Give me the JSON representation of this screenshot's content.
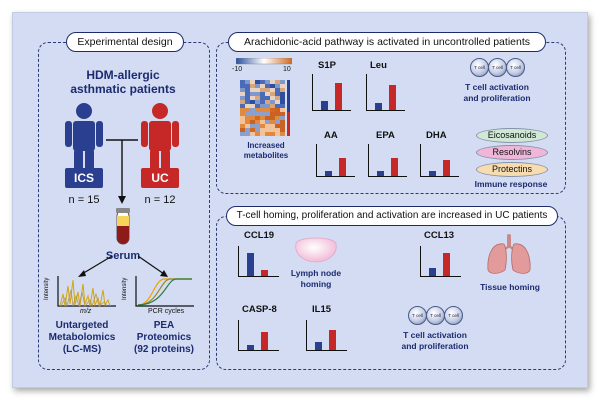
{
  "left_panel": {
    "title": "Experimental design",
    "subjects_line1": "HDM-allergic",
    "subjects_line2": "asthmatic patients",
    "groups": [
      {
        "name": "ICS",
        "n": "n = 15",
        "color": "#2a3f8f"
      },
      {
        "name": "UC",
        "n": "n = 12",
        "color": "#c62828"
      }
    ],
    "sample": "Serum",
    "methods": [
      {
        "ylabel": "Intensity",
        "xlabel": "m/z",
        "line1": "Untargeted",
        "line2": "Metabolomics",
        "line3": "(LC-MS)"
      },
      {
        "ylabel": "Intensity",
        "xlabel": "PCR cycles",
        "line1": "PEA",
        "line2": "Proteomics",
        "line3": "(92 proteins)"
      }
    ]
  },
  "top_panel": {
    "title": "Arachidonic-acid pathway is activated in uncontrolled patients",
    "heatmap": {
      "min_label": "-10",
      "max_label": "10",
      "caption_line1": "Increased",
      "caption_line2": "metabolites"
    },
    "metabolites": [
      {
        "name": "S1P",
        "ics": 0.25,
        "uc": 0.75
      },
      {
        "name": "Leu",
        "ics": 0.2,
        "uc": 0.7
      },
      {
        "name": "AA",
        "ics": 0.15,
        "uc": 0.55
      },
      {
        "name": "EPA",
        "ics": 0.15,
        "uc": 0.55
      },
      {
        "name": "DHA",
        "ics": 0.15,
        "uc": 0.5
      }
    ],
    "tcell_label": "T cell",
    "tcell_caption_line1": "T cell activation",
    "tcell_caption_line2": "and proliferation",
    "lipids": [
      {
        "name": "Eicosanoids",
        "color": "#cfe9d4"
      },
      {
        "name": "Resolvins",
        "color": "#f0b6d9"
      },
      {
        "name": "Protectins",
        "color": "#f7dcb0"
      }
    ],
    "immune_caption": "Immune response"
  },
  "bottom_panel": {
    "title": "T-cell homing, proliferation and activation are increased in UC patients",
    "proteins": [
      {
        "name": "CCL19",
        "ics": 0.75,
        "uc": 0.2
      },
      {
        "name": "CCL13",
        "ics": 0.25,
        "uc": 0.75
      },
      {
        "name": "CASP-8",
        "ics": 0.15,
        "uc": 0.6
      },
      {
        "name": "IL15",
        "ics": 0.25,
        "uc": 0.65
      }
    ],
    "lymph_caption_line1": "Lymph node",
    "lymph_caption_line2": "homing",
    "tissue_caption": "Tissue homing",
    "tcell_label": "T cell",
    "tcell_caption_line1": "T cell activation",
    "tcell_caption_line2": "and proliferation"
  },
  "colors": {
    "ics": "#2a3f8f",
    "uc": "#c62828"
  }
}
